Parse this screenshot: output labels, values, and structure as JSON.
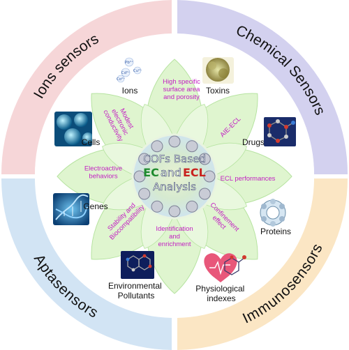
{
  "quadrants": {
    "top_left": {
      "label": "Ions sensors",
      "color": "#f6d6d8"
    },
    "top_right": {
      "label": "Chemical Sensors",
      "color": "#d3d1ef"
    },
    "bottom_left": {
      "label": "Aptasensors",
      "color": "#d2e4f4"
    },
    "bottom_right": {
      "label": "Immunosensors",
      "color": "#fbe6c4"
    }
  },
  "center": {
    "line1": "COFs Based",
    "ec": "EC",
    "and": "and",
    "ecl": "ECL",
    "line3": "Analysis",
    "ec_color": "#1e8a2e",
    "ecl_color": "#c8211e"
  },
  "petals": [
    "High specific\nsurface area\nand porosity",
    "AIE-ECL",
    "ECL performances",
    "Confinement\neffect",
    "Identification\nand\nenrichment",
    "Stability and\nBiocompatibility",
    "Electroactive\nbehaviors",
    "Modest\nelectronic\nconductivity"
  ],
  "items": {
    "ions": "Ions",
    "toxins": "Toxins",
    "drugs": "Drugs",
    "proteins": "Proteins",
    "physiological": "Physiological\nindexes",
    "environmental": "Environmental\nPollutants",
    "genes": "Genes",
    "cells": "Cells"
  },
  "ion_symbols": [
    "Pb²⁺",
    "Cd²⁺",
    "Cu²⁺",
    "Co²⁺"
  ],
  "colors": {
    "petal_fill": "#dff5cf",
    "petal_stroke": "#b6e3a0",
    "petal_text": "#c21ec2"
  }
}
